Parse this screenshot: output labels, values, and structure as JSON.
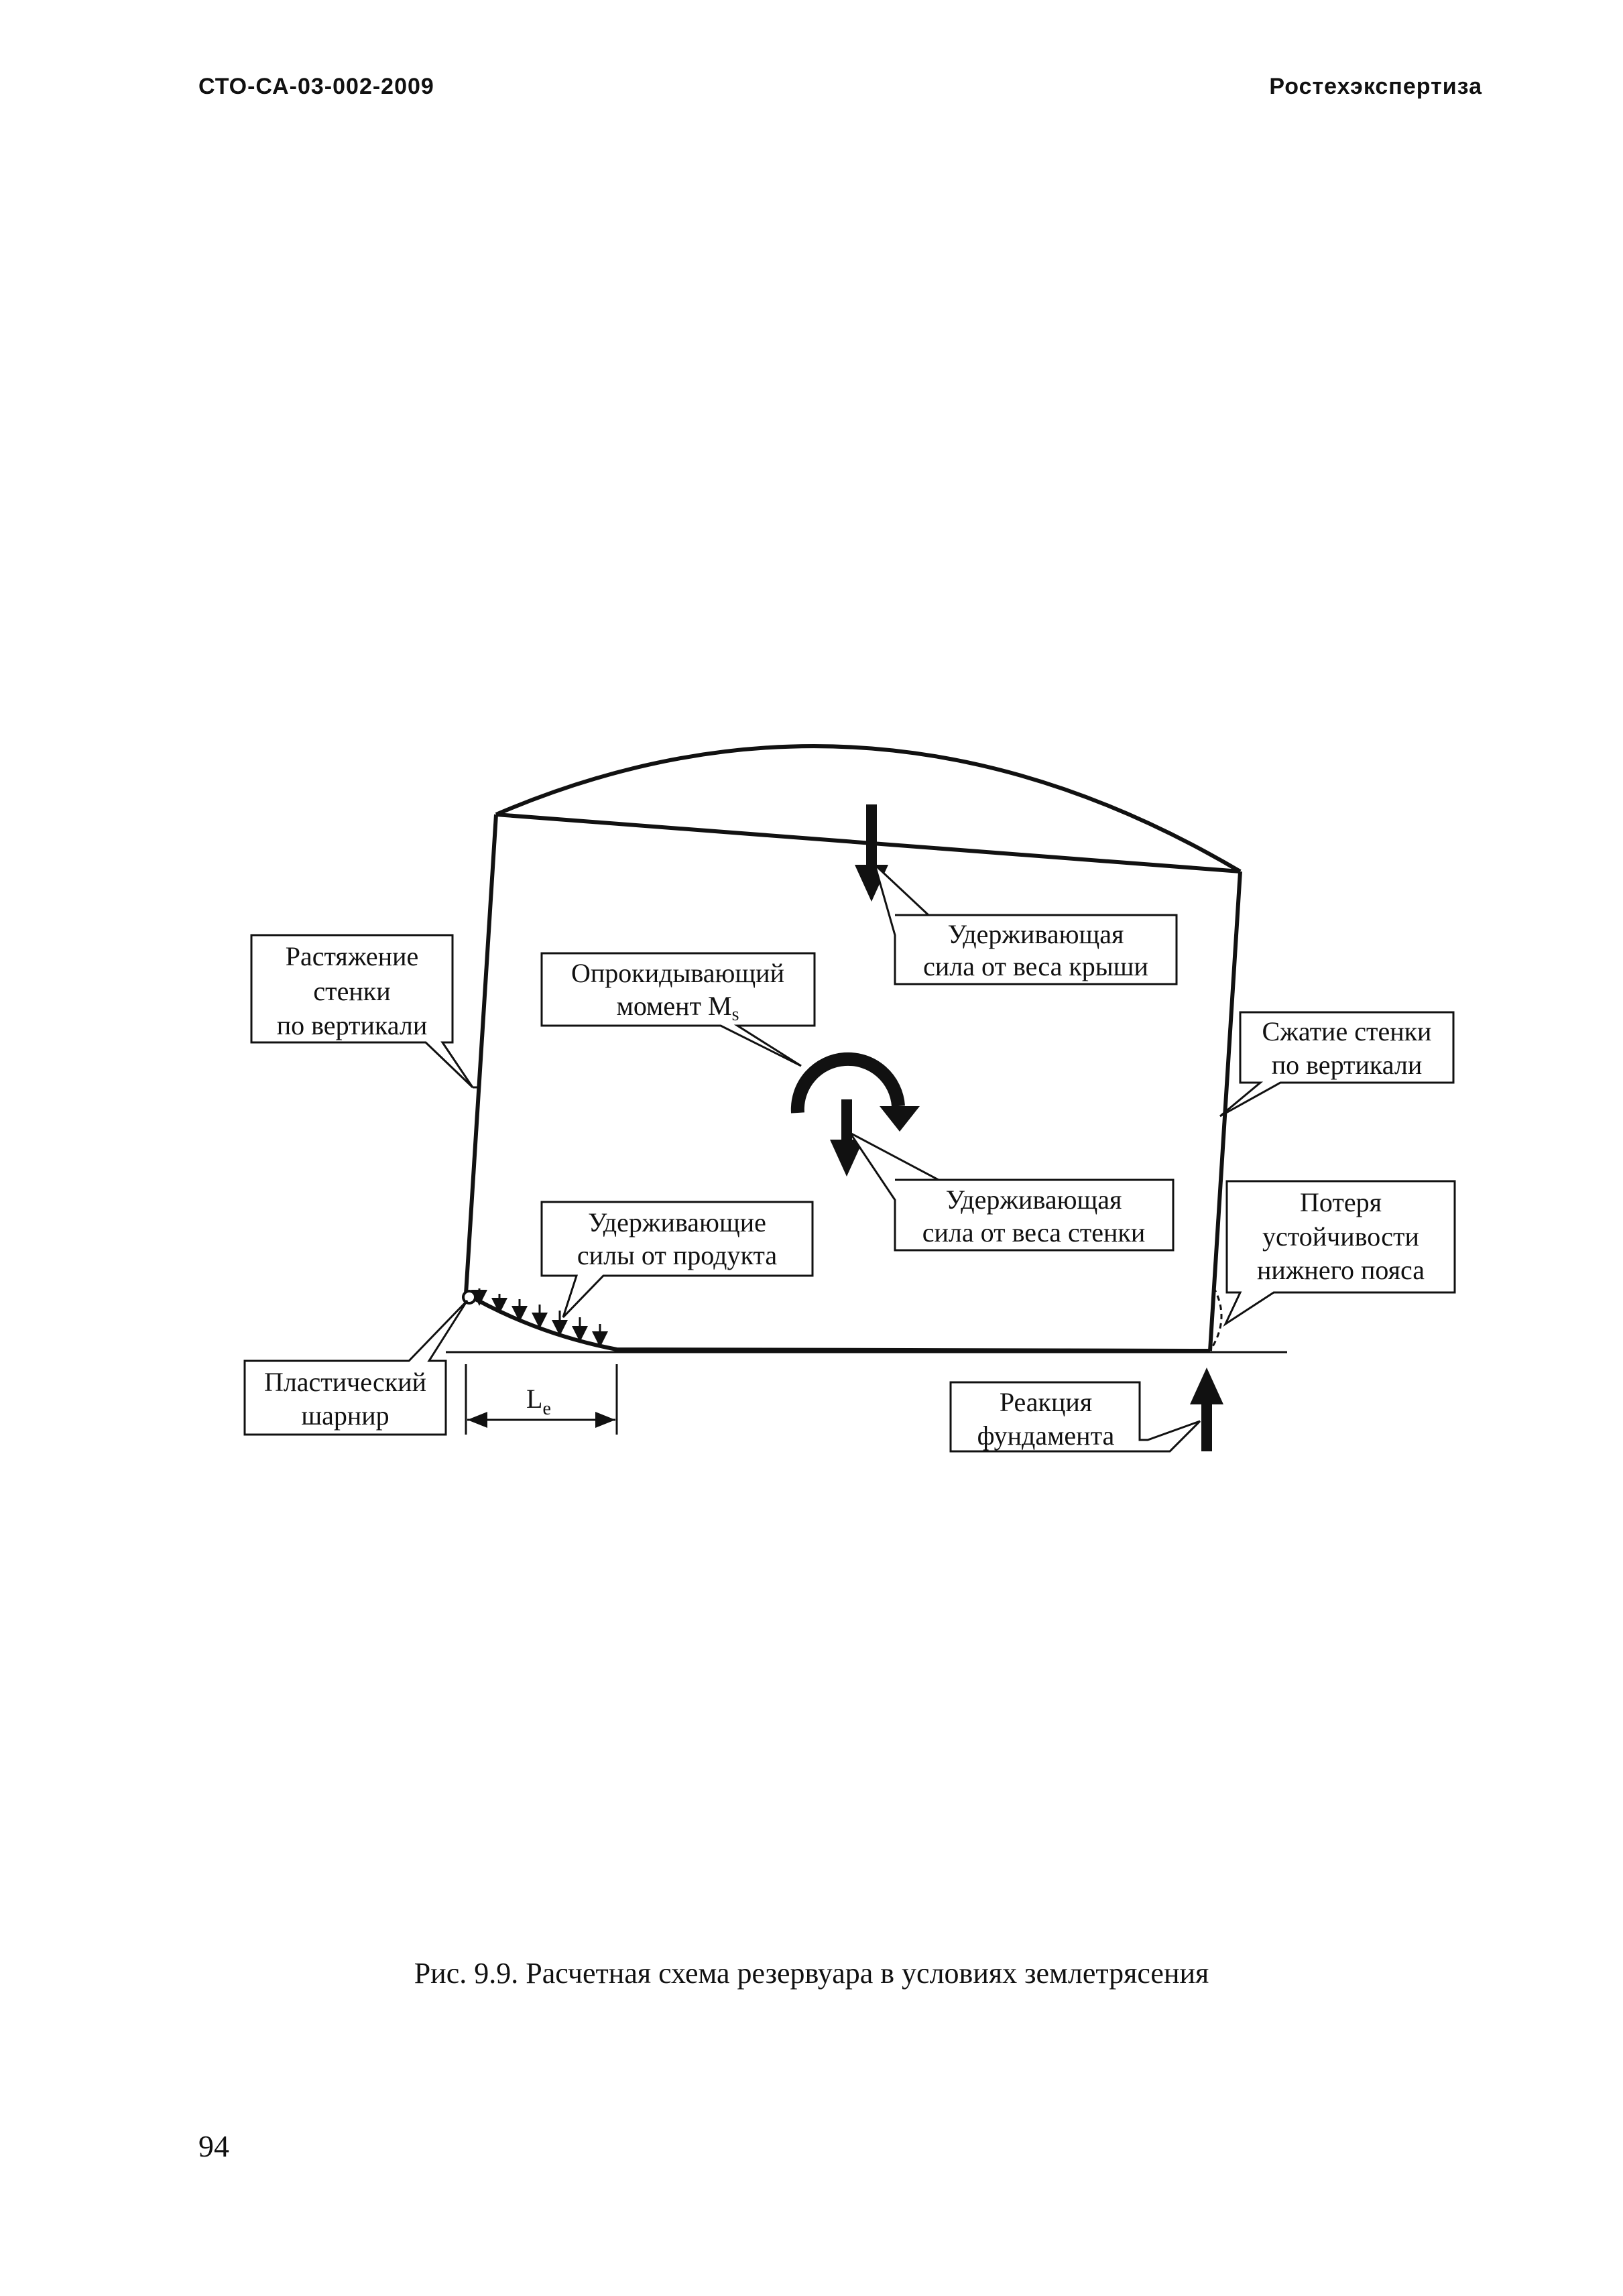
{
  "header": {
    "left": "СТО-СА-03-002-2009",
    "right": "Ростехэкспертиза"
  },
  "figure": {
    "labels": {
      "tension_1": "Растяжение",
      "tension_2": "стенки",
      "tension_3": "по вертикали",
      "moment_1": "Опрокидывающий",
      "moment_2": "момент M",
      "moment_sub": "s",
      "roof_1": "Удерживающая",
      "roof_2": "сила от веса крыши",
      "compression_1": "Сжатие стенки",
      "compression_2": "по вертикали",
      "wall_1": "Удерживающая",
      "wall_2": "сила от веса стенки",
      "product_1": "Удерживающие",
      "product_2": "силы от продукта",
      "buckling_1": "Потеря",
      "buckling_2": "устойчивости",
      "buckling_3": "нижнего пояса",
      "hinge_1": "Пластический",
      "hinge_2": "шарнир",
      "length_main": "L",
      "length_sub": "e",
      "reaction_1": "Реакция",
      "reaction_2": "фундамента"
    }
  },
  "caption": "Рис. 9.9. Расчетная схема резервуара в условиях землетрясения",
  "page_number": "94"
}
